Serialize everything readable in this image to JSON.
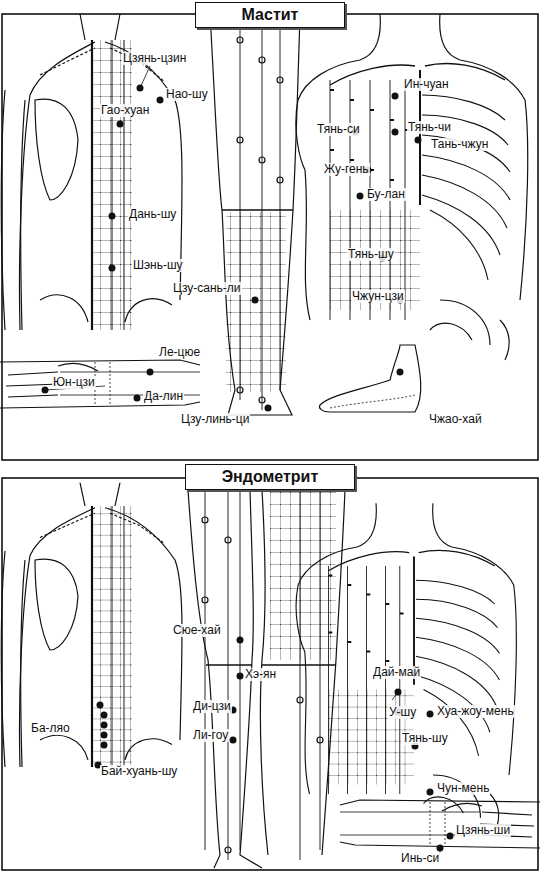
{
  "diagram": {
    "nodes": [
      {
        "text": [
          "Мастит"
        ]
      },
      {
        "text": [
          "Эндометрит"
        ]
      }
    ],
    "labels": [
      "Цзянь-цзин",
      "Нао-шу",
      "Гао-хуан",
      "Дань-шу",
      "Шэнь-шу",
      "Ле-цюе",
      "Юн-цзи",
      "Да-лин",
      "Цзу-сань-ли",
      "Цзу-линь-ци",
      "Ин-чуан",
      "Тянь-си",
      "Тянь-чи",
      "Жу-гень",
      "Тань-чжун",
      "Бу-лан",
      "Тянь-шу",
      "Чжун-цзи",
      "Чжао-хай",
      "Ба-ляо",
      "Бай-хуань-шу",
      "Сюе-хай",
      "Хэ-ян",
      "Ди-цзи",
      "Ли-гоу",
      "Дай-май",
      "У-шу",
      "Хуа-жоу-мень",
      "Тянь-шу",
      "Чун-мень",
      "Цзянь-ши",
      "Инь-си"
    ]
  }
}
